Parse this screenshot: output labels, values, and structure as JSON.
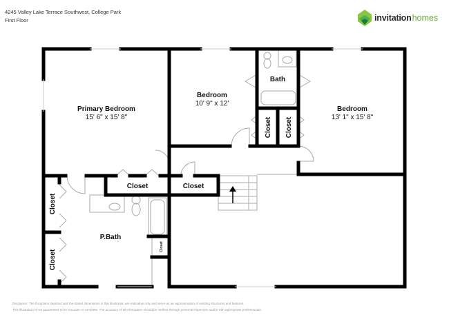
{
  "header": {
    "address": "4245 Valley Lake Terrace Southwest, College Park",
    "floor": "First Floor"
  },
  "logo": {
    "text_a": "invitation",
    "text_b": "homes",
    "colors": [
      "#8cc63f",
      "#4caf50",
      "#1e7b3c"
    ]
  },
  "rooms": {
    "primary_bedroom": {
      "name": "Primary Bedroom",
      "dims": "15' 6\" x 15' 8\""
    },
    "bedroom_2": {
      "name": "Bedroom",
      "dims": "10' 9\" x 12'"
    },
    "bedroom_3": {
      "name": "Bedroom",
      "dims": "13' 1\" x 15' 8\""
    },
    "bath": {
      "name": "Bath"
    },
    "closet_a": {
      "name": "Closet"
    },
    "closet_b": {
      "name": "Closet"
    },
    "closet_c": {
      "name": "Closet"
    },
    "closet_d": {
      "name": "Closet"
    },
    "closet_e": {
      "name": "Closet"
    },
    "closet_f": {
      "name": "Closet"
    },
    "closet_g": {
      "name": "Closet"
    },
    "pbath": {
      "name": "P.Bath"
    }
  },
  "disclaimer": {
    "line1": "Disclaimer: The floorplans depicted and the stated dimensions in this illustration are indicative only and serve as an approximation of existing structures and features.",
    "line2": "This illustration is not guaranteed to be accurate or complete. The accuracy of all information should be verified through personal inspection and/or with appropriate professionals."
  }
}
